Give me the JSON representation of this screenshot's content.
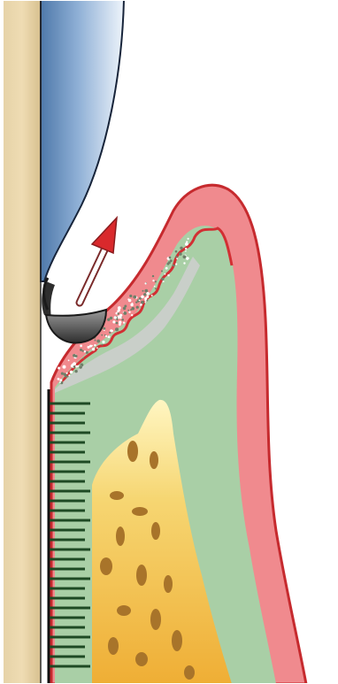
{
  "diagram": {
    "kind": "dental-cross-section",
    "labels": [],
    "colors": {
      "background": "#ffffff",
      "tooth_surface": "#e9d3a6",
      "enamel_blue_light": "#eef4fb",
      "enamel_blue_dark": "#5e86b5",
      "gingiva_outer": "#f08a8e",
      "gingiva_line": "#d22f33",
      "connective_tissue": "#a9cfa6",
      "bone_light": "#fff3b0",
      "bone_dark": "#f0b43a",
      "bone_lacunae": "#a8742a",
      "fibers": "#1e4a24",
      "instrument": "#3a3a3a",
      "arrow": "#d9292c"
    },
    "parts": [
      "tooth-root",
      "enamel-crown",
      "gingiva",
      "connective-tissue",
      "alveolar-bone",
      "periodontal-fibers",
      "curette-instrument",
      "direction-arrow"
    ]
  }
}
